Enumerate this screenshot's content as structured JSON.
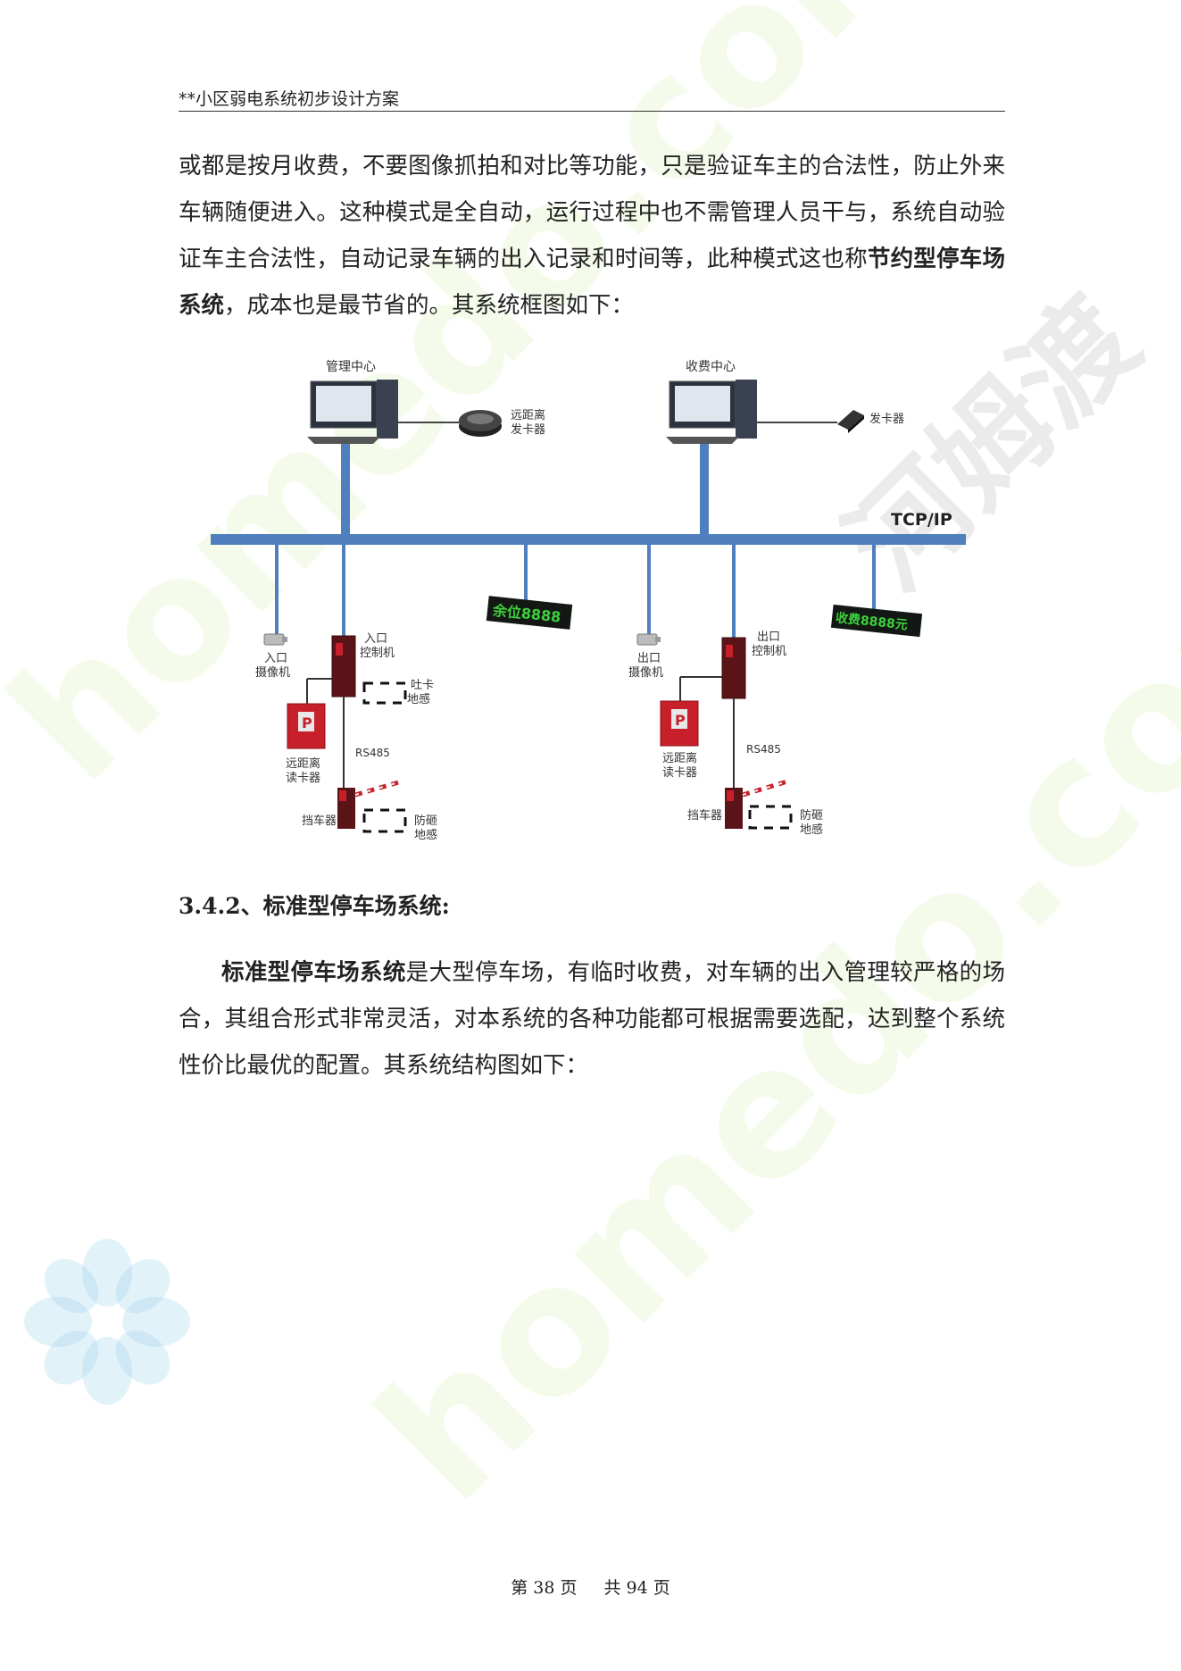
{
  "header": {
    "title": "**小区弱电系统初步设计方案"
  },
  "paragraph1": {
    "text_before": "或都是按月收费，不要图像抓拍和对比等功能，只是验证车主的合法性，防止外来车辆随便进入。这种模式是全自动，运行过程中也不需管理人员干与，系统自动验证车主合法性，自动记录车辆的出入记录和时间等，此种模式这也称",
    "bold_term": "节约型停车场系统",
    "text_after": "，成本也是最节省的。其系统框图如下："
  },
  "diagram": {
    "network_label": "TCP/IP",
    "management_center": "管理中心",
    "long_range_issuer": [
      "远距离",
      "发卡器"
    ],
    "charge_center": "收费中心",
    "card_issuer": "发卡器",
    "remaining_display": "余位8888",
    "fee_display": "收费8888元",
    "entry_camera": [
      "入口",
      "摄像机"
    ],
    "entry_controller": [
      "入口",
      "控制机"
    ],
    "card_loop": [
      "吐卡",
      "地感"
    ],
    "entry_reader": [
      "远距离",
      "读卡器"
    ],
    "rs485_left": "RS485",
    "barrier_left": "挡车器",
    "anti_smash_left": [
      "防砸",
      "地感"
    ],
    "exit_camera": [
      "出口",
      "摄像机"
    ],
    "exit_controller": [
      "出口",
      "控制机"
    ],
    "exit_reader": [
      "远距离",
      "读卡器"
    ],
    "rs485_right": "RS485",
    "barrier_right": "挡车器",
    "anti_smash_right": [
      "防砸",
      "地感"
    ],
    "p_label": "P"
  },
  "section_heading": "3.4.2、标准型停车场系统:",
  "paragraph2": {
    "bold_term": "标准型停车场系统",
    "text_after": "是大型停车场，有临时收费，对车辆的出入管理较严格的场合，其组合形式非常灵活，对本系统的各种功能都可根据需要选配，达到整个系统性价比最优的配置。其系统结构图如下："
  },
  "footer": {
    "page": "第 38 页",
    "total": "共 94 页"
  },
  "watermarks": {
    "site": "homedo.com",
    "brand": "河姆渡"
  },
  "colors": {
    "bus": "#4f7fbf",
    "device_red": "#c8202a",
    "display_green": "#3bd13b"
  }
}
